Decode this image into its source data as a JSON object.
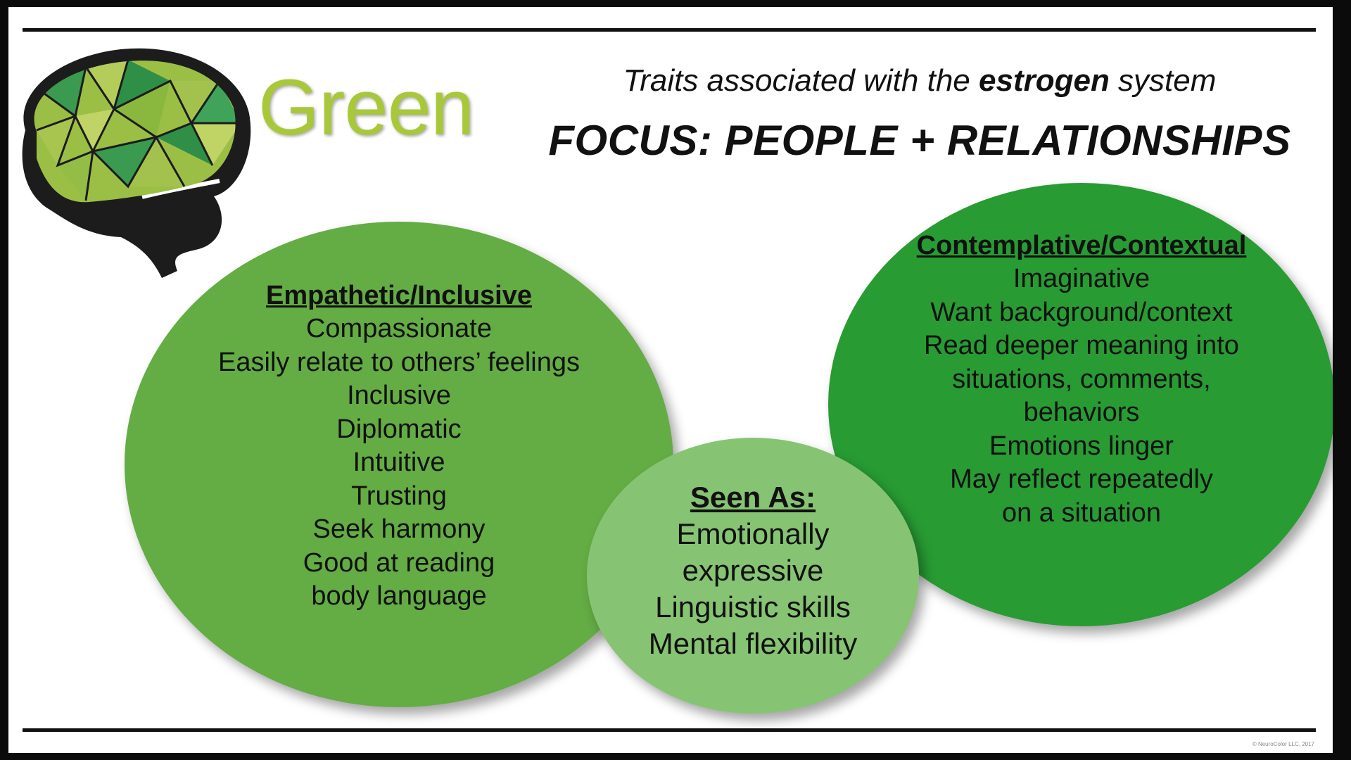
{
  "brand": {
    "title": "Green"
  },
  "header": {
    "subtitle_before": "Traits associated with the ",
    "subtitle_bold": "estrogen",
    "subtitle_after": " system",
    "focus": "FOCUS: PEOPLE + RELATIONSHIPS"
  },
  "circles": {
    "left": {
      "heading": "Empathetic/Inclusive",
      "items": [
        "Compassionate",
        "Easily relate to others’ feelings",
        "Inclusive",
        "Diplomatic",
        "Intuitive",
        "Trusting",
        "Seek harmony",
        "Good at reading",
        "body language"
      ]
    },
    "middle": {
      "heading": "Seen As:",
      "items": [
        "Emotionally",
        "expressive",
        "Linguistic skills",
        "Mental flexibility"
      ]
    },
    "right": {
      "heading": "Contemplative/Contextual",
      "items": [
        "Imaginative",
        "Want background/context",
        "Read deeper meaning into",
        "situations, comments,",
        "behaviors",
        "Emotions linger",
        "May reflect repeatedly",
        "on a situation"
      ]
    }
  },
  "footer": {
    "copyright": "© NeuroColor LLC, 2017"
  },
  "colors": {
    "brand_text": "#a8c83a",
    "left_circle": "#64ac44",
    "middle_circle": "#86c474",
    "right_circle": "#289b33",
    "brain_outline": "#1c1c1c"
  },
  "icons": {
    "logo": "brain-icon"
  }
}
